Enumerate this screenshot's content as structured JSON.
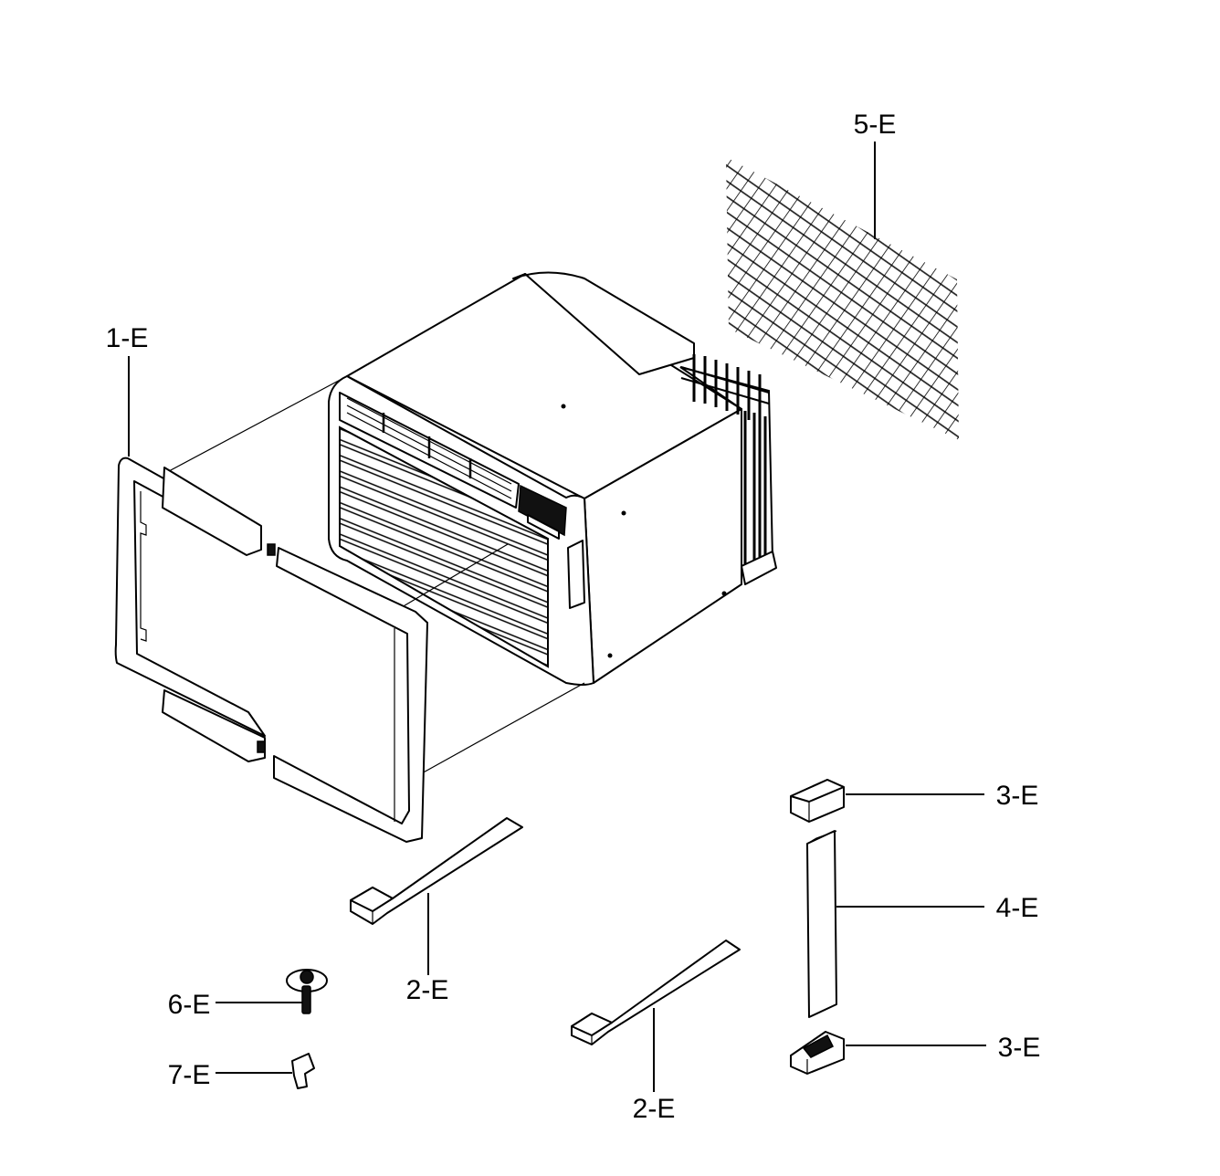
{
  "labels": {
    "frame": "1-E",
    "rail_upper": "2-E",
    "rail_lower": "2-E",
    "cap_top": "3-E",
    "curtain": "4-E",
    "cap_bottom": "3-E",
    "mesh": "5-E",
    "screw": "6-E",
    "clip": "7-E"
  }
}
